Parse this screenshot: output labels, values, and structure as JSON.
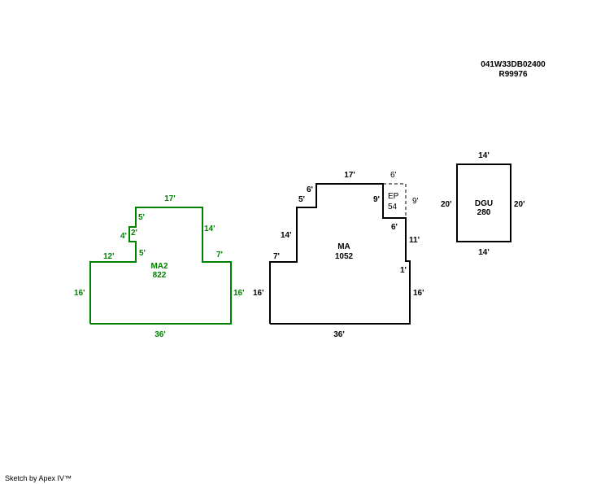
{
  "header": {
    "parcel_id": "041W33DB02400",
    "record": "R99976"
  },
  "footer": "Sketch by Apex IV™",
  "colors": {
    "ma2": "#008000",
    "ma": "#000000",
    "dgu": "#000000"
  },
  "areas": {
    "ma2": {
      "code": "MA2",
      "sqft": "822",
      "dims": {
        "top": "17'",
        "right_upper": "14'",
        "right_step": "7'",
        "right": "16'",
        "bottom": "36'",
        "left": "16'",
        "left_step": "12'",
        "notch_lower": "5'",
        "notch_width": "4'",
        "notch_height": "2'",
        "notch_upper": "5'"
      }
    },
    "ma": {
      "code": "MA",
      "sqft": "1052",
      "dims": {
        "top": "17'",
        "step_top": "6'",
        "step_mid": "5'",
        "left_upper": "14'",
        "left_step": "7'",
        "left": "16'",
        "bottom": "36'",
        "right": "16'",
        "right_jog": "1'",
        "right_upper": "11'",
        "ep_bottom": "6'",
        "ep_left": "9'"
      }
    },
    "ep": {
      "code": "EP",
      "sqft": "54",
      "dims": {
        "top": "6'",
        "right": "9'"
      }
    },
    "dgu": {
      "code": "DGU",
      "sqft": "280",
      "dims": {
        "top": "14'",
        "bottom": "14'",
        "left": "20'",
        "right": "20'"
      }
    }
  }
}
